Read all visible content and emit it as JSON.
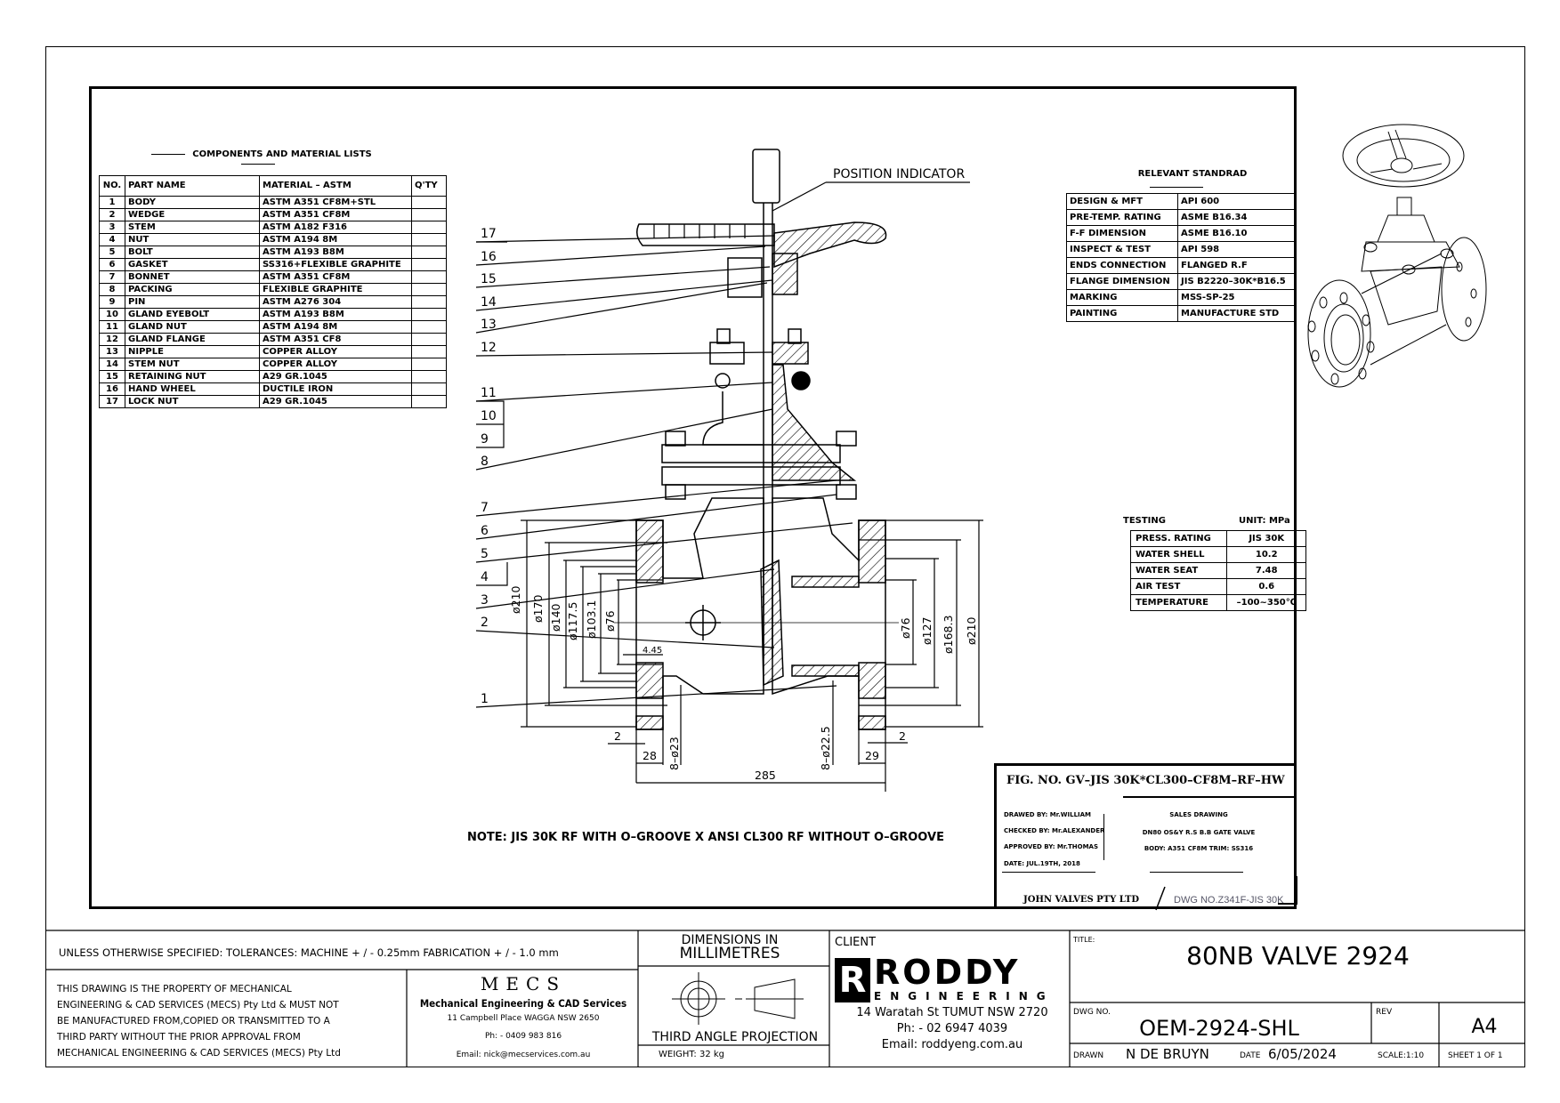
{
  "components": {
    "title": "COMPONENTS AND MATERIAL LISTS",
    "headers": {
      "no": "NO.",
      "part": "PART NAME",
      "material": "MATERIAL – ASTM",
      "qty": "Q'TY"
    },
    "rows": [
      {
        "no": "1",
        "part": "BODY",
        "material": "ASTM A351 CF8M+STL",
        "qty": ""
      },
      {
        "no": "2",
        "part": "WEDGE",
        "material": "ASTM A351 CF8M",
        "qty": ""
      },
      {
        "no": "3",
        "part": "STEM",
        "material": "ASTM A182 F316",
        "qty": ""
      },
      {
        "no": "4",
        "part": "NUT",
        "material": "ASTM A194 8M",
        "qty": ""
      },
      {
        "no": "5",
        "part": "BOLT",
        "material": "ASTM A193 B8M",
        "qty": ""
      },
      {
        "no": "6",
        "part": "GASKET",
        "material": "SS316+FLEXIBLE GRAPHITE",
        "qty": ""
      },
      {
        "no": "7",
        "part": "BONNET",
        "material": "ASTM A351 CF8M",
        "qty": ""
      },
      {
        "no": "8",
        "part": "PACKING",
        "material": "FLEXIBLE GRAPHITE",
        "qty": ""
      },
      {
        "no": "9",
        "part": "PIN",
        "material": "ASTM A276 304",
        "qty": ""
      },
      {
        "no": "10",
        "part": "GLAND EYEBOLT",
        "material": "ASTM A193 B8M",
        "qty": ""
      },
      {
        "no": "11",
        "part": "GLAND NUT",
        "material": "ASTM A194 8M",
        "qty": ""
      },
      {
        "no": "12",
        "part": "GLAND FLANGE",
        "material": "ASTM A351 CF8",
        "qty": ""
      },
      {
        "no": "13",
        "part": "NIPPLE",
        "material": "COPPER ALLOY",
        "qty": ""
      },
      {
        "no": "14",
        "part": "STEM NUT",
        "material": "COPPER ALLOY",
        "qty": ""
      },
      {
        "no": "15",
        "part": "RETAINING NUT",
        "material": "A29 GR.1045",
        "qty": ""
      },
      {
        "no": "16",
        "part": "HAND WHEEL",
        "material": "DUCTILE IRON",
        "qty": ""
      },
      {
        "no": "17",
        "part": "LOCK NUT",
        "material": "A29 GR.1045",
        "qty": ""
      }
    ]
  },
  "standards": {
    "title": "RELEVANT STANDRAD",
    "rows": [
      {
        "label": "DESIGN & MFT",
        "value": "API 600"
      },
      {
        "label": "PRE-TEMP. RATING",
        "value": "ASME B16.34"
      },
      {
        "label": "F-F DIMENSION",
        "value": "ASME B16.10"
      },
      {
        "label": "INSPECT & TEST",
        "value": "API 598"
      },
      {
        "label": "ENDS CONNECTION",
        "value": "FLANGED R.F"
      },
      {
        "label": "FLANGE DIMENSION",
        "value": "JIS B2220–30K*B16.5"
      },
      {
        "label": "MARKING",
        "value": "MSS-SP-25"
      },
      {
        "label": "PAINTING",
        "value": "MANUFACTURE STD"
      }
    ]
  },
  "testing": {
    "title": "TESTING",
    "unit": "UNIT: MPa",
    "rows": [
      {
        "label": "PRESS. RATING",
        "value": "JIS 30K"
      },
      {
        "label": "WATER SHELL",
        "value": "10.2"
      },
      {
        "label": "WATER SEAT",
        "value": "7.48"
      },
      {
        "label": "AIR TEST",
        "value": "0.6"
      },
      {
        "label": "TEMPERATURE",
        "value": "–100~350℃"
      }
    ]
  },
  "drawing": {
    "position_indicator": "POSITION INDICATOR",
    "leader_numbers": [
      "17",
      "16",
      "15",
      "14",
      "13",
      "12",
      "11",
      "10",
      "9",
      "8",
      "7",
      "6",
      "5",
      "4",
      "3",
      "2",
      "1"
    ],
    "dims_left": [
      "ø210",
      "ø170",
      "ø140",
      "ø117.5",
      "ø103.1",
      "ø76"
    ],
    "dims_right": [
      "ø76",
      "ø127",
      "ø168.3",
      "ø210"
    ],
    "dim_445": "4.45",
    "dim_2_left": "2",
    "dim_28": "28",
    "dim_bolt_left": "8–ø23",
    "dim_bolt_right": "8–ø22.5",
    "dim_29": "29",
    "dim_2_right": "2",
    "dim_285": "285",
    "note": "NOTE: JIS 30K RF WITH O–GROOVE X ANSI CL300 RF WITHOUT O–GROOVE"
  },
  "fig_block": {
    "fig_no": "FIG. NO. GV–JIS 30K*CL300–CF8M–RF–HW",
    "drawed_by": "DRAWED BY: Mr.WILLIAM",
    "checked_by": "CHECKED BY: Mr.ALEXANDER",
    "approved_by": "APPROVED BY: Mr.THOMAS",
    "date": "DATE: JUL.19TH, 2018",
    "sales_title": "SALES DRAWING",
    "sales_line1": "DN80 OS&Y R.S B.B GATE VALVE",
    "sales_line2": "BODY: A351 CF8M TRIM: SS316",
    "company": "JOHN VALVES PTY LTD",
    "dwg_no": "DWG NO.Z341F-JIS 30K"
  },
  "title_block": {
    "tolerances": "UNLESS OTHERWISE SPECIFIED: TOLERANCES: MACHINE + / - 0.25mm  FABRICATION + / - 1.0 mm",
    "property_lines": [
      "THIS DRAWING IS THE PROPERTY OF MECHANICAL",
      "ENGINEERING & CAD SERVICES (MECS) Pty Ltd & MUST NOT",
      "BE MANUFACTURED FROM,COPIED OR TRANSMITTED TO A",
      "THIRD PARTY WITHOUT THE PRIOR APPROVAL FROM",
      "MECHANICAL ENGINEERING & CAD SERVICES (MECS) Pty Ltd"
    ],
    "mecs_logo": "MECS",
    "mecs_name": "Mechanical Engineering & CAD Services",
    "mecs_address": "11 Campbell Place WAGGA NSW 2650",
    "mecs_phone": "Ph: - 0409 983 816",
    "mecs_email": "Email: nick@mecservices.com.au",
    "dimensions_line1": "DIMENSIONS IN",
    "dimensions_line2": "MILLIMETRES",
    "projection": "THIRD ANGLE PROJECTION",
    "weight": "WEIGHT: 32 kg",
    "client_label": "CLIENT",
    "client_logo_main": "RODDY",
    "client_logo_sub": "ENGINEERING",
    "client_logo_mark": "R",
    "client_address": "14 Waratah St TUMUT NSW 2720",
    "client_phone": "Ph: - 02 6947 4039",
    "client_email": "Email: roddyeng.com.au",
    "title_label": "TITLE:",
    "title": "80NB VALVE 2924",
    "dwg_label": "DWG NO.",
    "dwg_no": "OEM-2924-SHL",
    "rev_label": "REV",
    "sheet_size": "A4",
    "drawn_label": "DRAWN",
    "drawn_by": "N DE BRUYN",
    "date_label": "DATE",
    "date": "6/05/2024",
    "scale": "SCALE:1:10",
    "sheet": "SHEET 1 OF 1"
  }
}
